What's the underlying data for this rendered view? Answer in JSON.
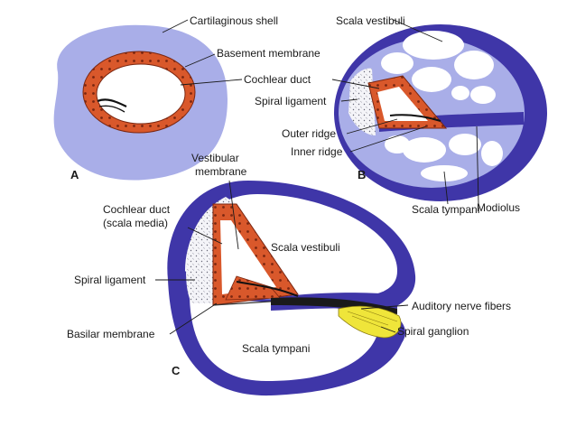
{
  "panels": {
    "a": "A",
    "b": "B",
    "c": "C"
  },
  "labels": {
    "cartilaginous_shell": "Cartilaginous shell",
    "basement_membrane": "Basement membrane",
    "cochlear_duct_a": "Cochlear duct",
    "scala_vestibuli_b": "Scala vestibuli",
    "spiral_ligament_b": "Spiral ligament",
    "outer_ridge": "Outer ridge",
    "inner_ridge": "Inner ridge",
    "scala_tympani_b": "Scala tympani",
    "modiolus": "Modiolus",
    "vestibular_membrane_1": "Vestibular",
    "vestibular_membrane_2": "membrane",
    "cochlear_duct_c_1": "Cochlear duct",
    "cochlear_duct_c_2": "(scala media)",
    "scala_vestibuli_c": "Scala vestibuli",
    "spiral_ligament_c": "Spiral ligament",
    "auditory_nerve_fibers": "Auditory nerve fibers",
    "spiral_ganglion": "Spiral ganglion",
    "basilar_membrane": "Basilar membrane",
    "scala_tympani_c": "Scala tympani"
  },
  "colors": {
    "cartilage": "#a9aee8",
    "bone": "#3f36a8",
    "epithelium": "#d9582b",
    "epithelium_dark": "#7a2610",
    "ganglion": "#efe53a",
    "ligament_dots": "#6a6a7a"
  }
}
